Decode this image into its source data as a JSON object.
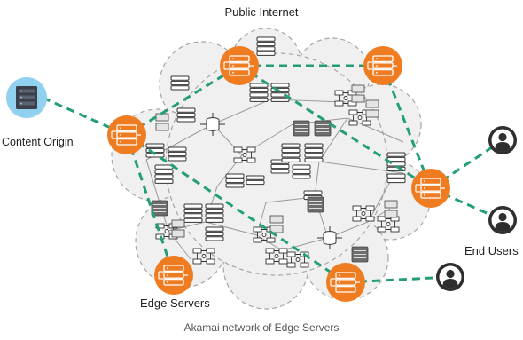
{
  "labels": {
    "public_internet": "Public Internet",
    "content_origin": "Content Origin",
    "edge_servers": "Edge Servers",
    "end_users": "End Users",
    "caption": "Akamai network of Edge Servers"
  },
  "colors": {
    "edge_server": "#f07c22",
    "origin_circle": "#8fd1ee",
    "path_dashed": "#239e78",
    "cloud_fill": "#f0f0f0",
    "cloud_border": "#a5a5a5",
    "mesh_line": "#9a9a9a",
    "user_icon": "#2e2e2e"
  },
  "icons": {
    "origin": "server-rack-icon",
    "edge": "edge-server-icon",
    "user": "user-avatar-icon",
    "node": "server-stack-icon"
  }
}
